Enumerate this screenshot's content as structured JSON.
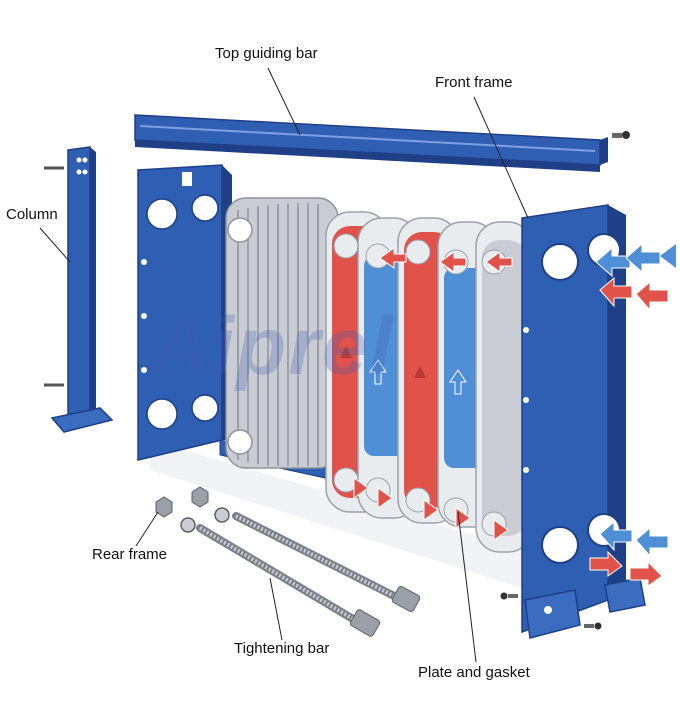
{
  "labels": {
    "top_guiding_bar": "Top guiding bar",
    "front_frame": "Front frame",
    "column": "Column",
    "rear_frame": "Rear frame",
    "tightening_bar": "Tightening bar",
    "plate_and_gasket": "Plate and gasket"
  },
  "watermark": "Aiprel",
  "colors": {
    "frame_blue": "#2f5fb3",
    "frame_dark": "#1f3f86",
    "hot_red": "#e0524a",
    "cold_blue": "#4f8fd6",
    "plate_gray": "#b9bfc8",
    "metal": "#c9cdd3"
  }
}
